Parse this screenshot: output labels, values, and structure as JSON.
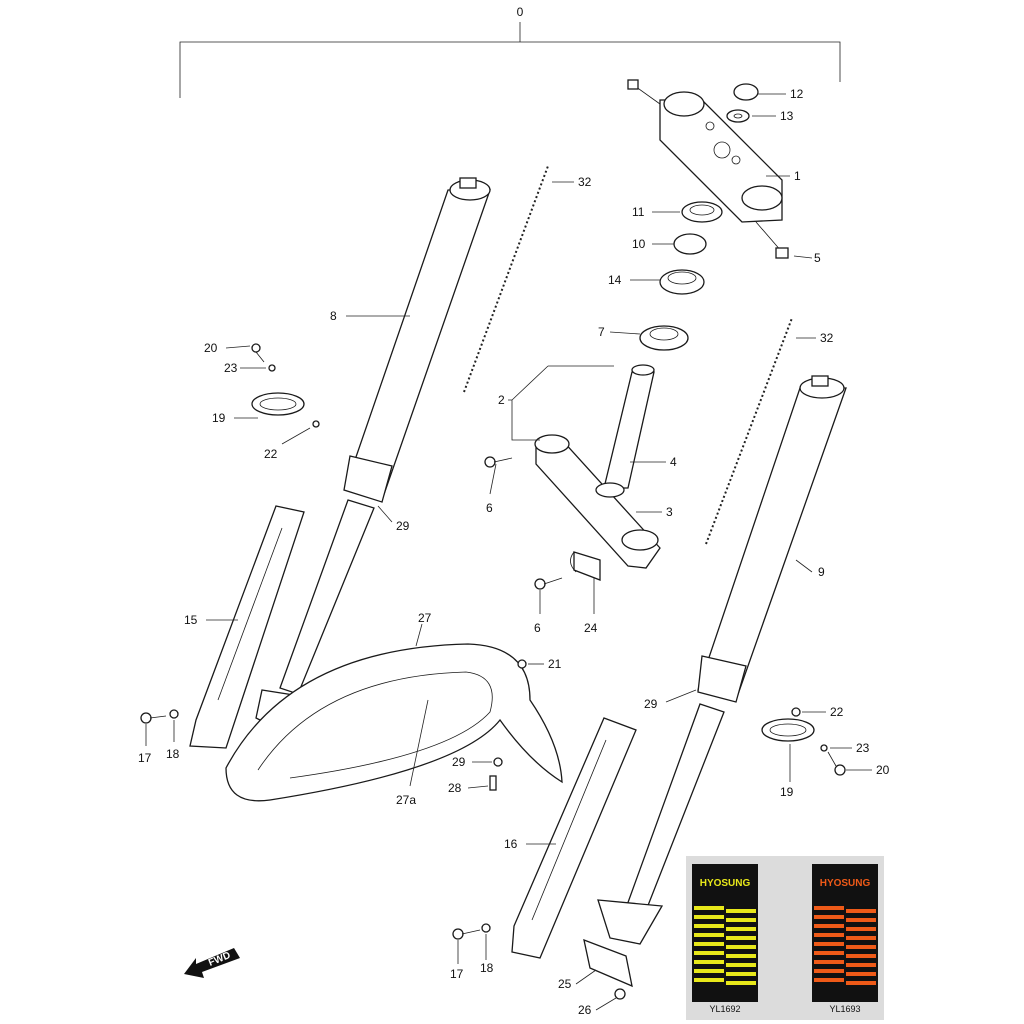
{
  "parts": {
    "assembly": "0",
    "p1": "1",
    "p2": "2",
    "p3": "3",
    "p4": "4",
    "p5": "5",
    "p6a": "6",
    "p6b": "6",
    "p7": "7",
    "p8": "8",
    "p9": "9",
    "p10": "10",
    "p11": "11",
    "p12": "12",
    "p13": "13",
    "p14": "14",
    "p15": "15",
    "p16": "16",
    "p17a": "17",
    "p17b": "17",
    "p18a": "18",
    "p18b": "18",
    "p19a": "19",
    "p19b": "19",
    "p20a": "20",
    "p20b": "20",
    "p21": "21",
    "p22a": "22",
    "p22b": "22",
    "p23a": "23",
    "p23b": "23",
    "p24": "24",
    "p25": "25",
    "p26": "26",
    "p27": "27",
    "p27a": "27a",
    "p28": "28",
    "p29a": "29",
    "p29b": "29",
    "p29c": "29",
    "p32a": "32",
    "p32b": "32"
  },
  "direction_label": "FWD",
  "stickers": [
    {
      "brand": "HYOSUNG",
      "code": "YL1692",
      "color": "#e8e81a"
    },
    {
      "brand": "HYOSUNG",
      "code": "YL1693",
      "color": "#ee5a18"
    }
  ]
}
